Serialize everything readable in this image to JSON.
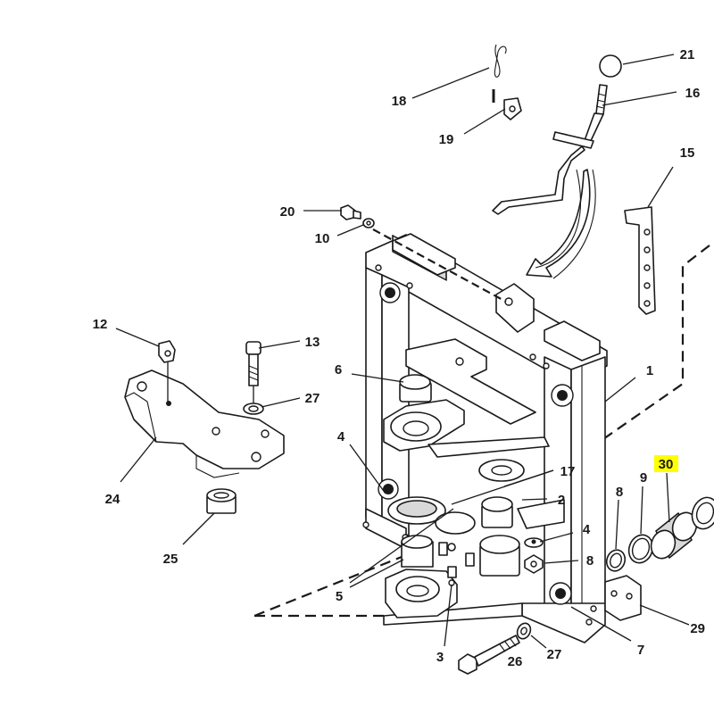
{
  "callouts": {
    "c1": "1",
    "c2": "2",
    "c3": "3",
    "c4a": "4",
    "c4b": "4",
    "c5": "5",
    "c6": "6",
    "c7": "7",
    "c8a": "8",
    "c8b": "8",
    "c9": "9",
    "c10": "10",
    "c12": "12",
    "c13": "13",
    "c15": "15",
    "c16": "16",
    "c17": "17",
    "c18": "18",
    "c19": "19",
    "c20": "20",
    "c21": "21",
    "c24": "24",
    "c25": "25",
    "c26": "26",
    "c27a": "27",
    "c27b": "27",
    "c29": "29",
    "c30": "30"
  },
  "highlight_color": "#ffff00",
  "ink_color": "#1a1a1a"
}
